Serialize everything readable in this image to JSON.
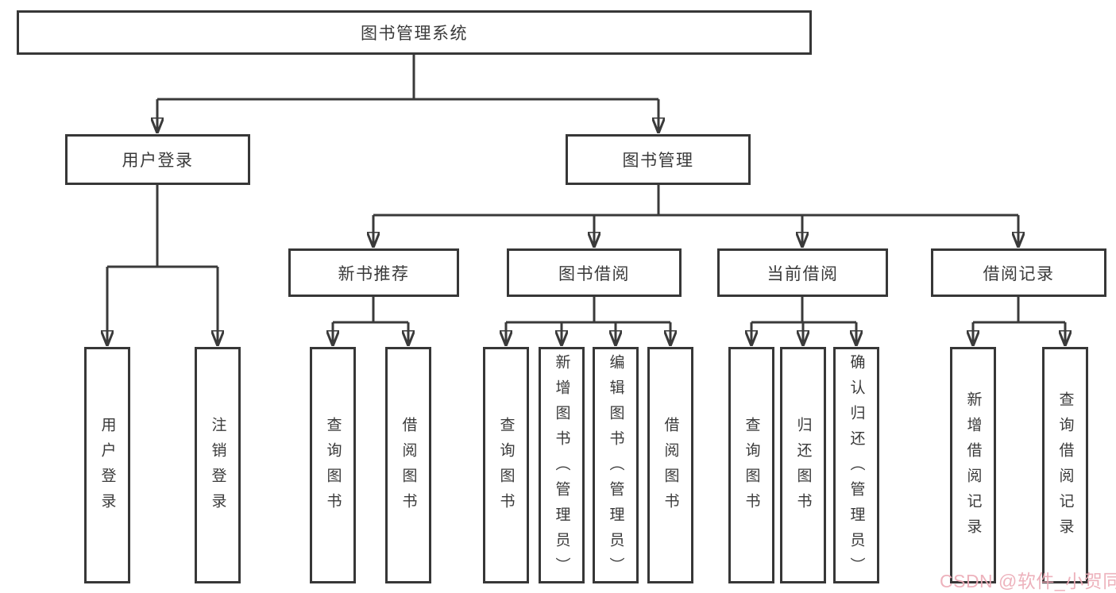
{
  "diagram": {
    "root": {
      "label": "图书管理系统"
    },
    "branches": [
      {
        "label": "用户登录",
        "leaves": [
          "用户登录",
          "注销登录"
        ]
      },
      {
        "label": "图书管理",
        "sections": [
          {
            "label": "新书推荐",
            "leaves": [
              "查询图书",
              "借阅图书"
            ]
          },
          {
            "label": "图书借阅",
            "leaves": [
              "查询图书",
              "新增图书（管理员）",
              "编辑图书（管理员）",
              "借阅图书"
            ]
          },
          {
            "label": "当前借阅",
            "leaves": [
              "查询图书",
              "归还图书",
              "确认归还（管理员）"
            ]
          },
          {
            "label": "借阅记录",
            "leaves": [
              "新增借阅记录",
              "查询借阅记录"
            ]
          }
        ]
      }
    ]
  },
  "watermark": {
    "text": "CSDN @软件_小贺同学"
  },
  "colors": {
    "line": "#3a3a3a",
    "box_border": "#373737",
    "text": "#3a3a3a",
    "background": "#ffffff",
    "watermark": "#ecacb7"
  }
}
